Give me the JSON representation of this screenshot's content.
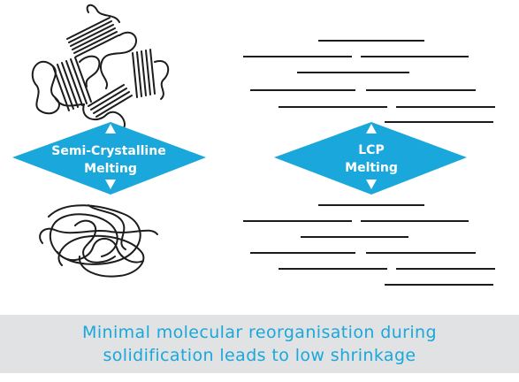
{
  "diagram": {
    "left": {
      "label_line1": "Semi-Crystalline",
      "label_line2": "Melting"
    },
    "right": {
      "label_line1": "LCP",
      "label_line2": "Melting"
    }
  },
  "caption": {
    "line1": "Minimal molecular reorganisation during",
    "line2": "solidification leads to low shrinkage"
  },
  "colors": {
    "accent": "#1aa7db",
    "caption_bg": "#e1e2e4",
    "lines": "#1c1c1c"
  }
}
